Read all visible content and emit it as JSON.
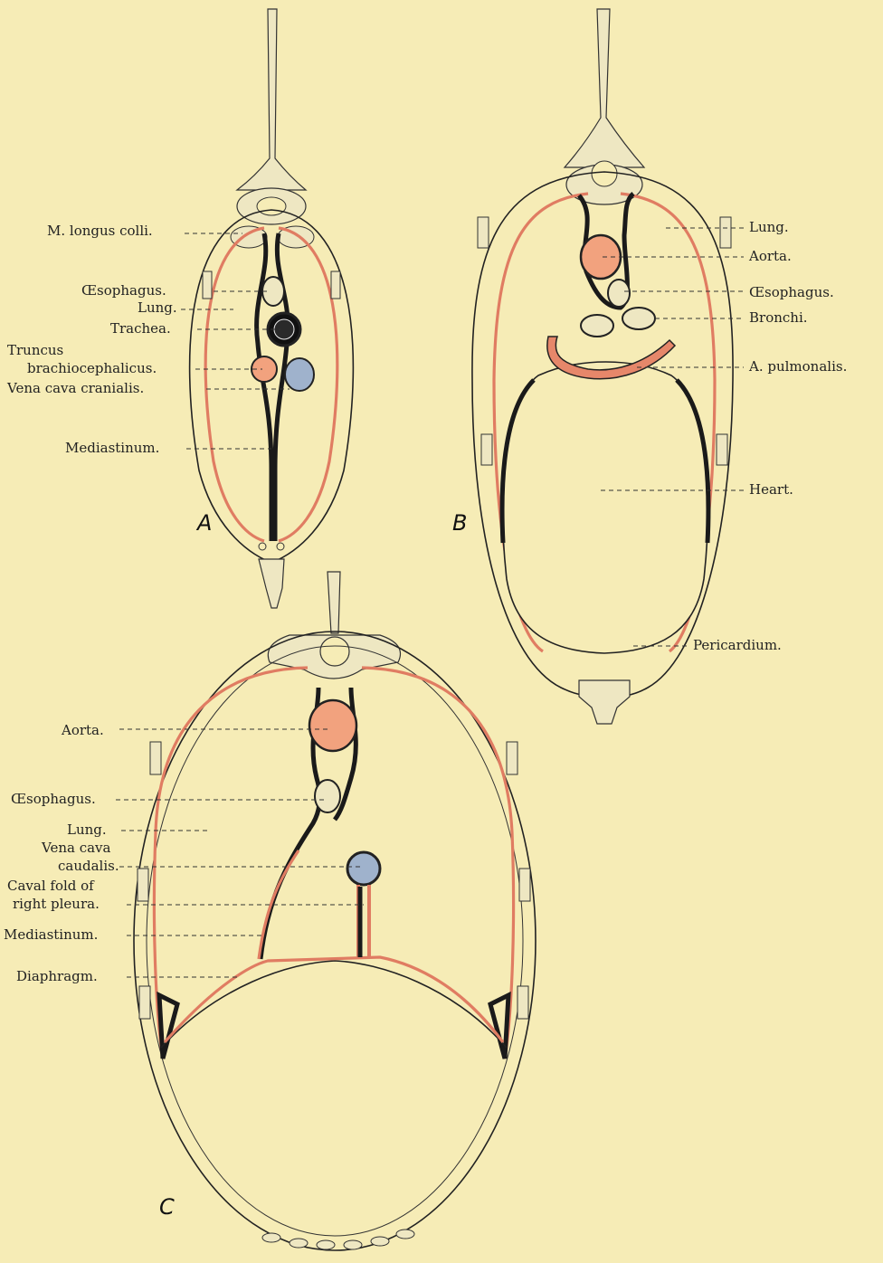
{
  "panels": {
    "a": {
      "letter": "A",
      "labels": {
        "longus_colli": "M. longus colli.",
        "oesophagus": "Œsophagus.",
        "lung": "Lung.",
        "trachea": "Trachea.",
        "truncus_1": "Truncus",
        "truncus_2": "brachiocephalicus.",
        "vena_cava_cranialis": "Vena cava cranialis.",
        "mediastinum": "Mediastinum."
      }
    },
    "b": {
      "letter": "B",
      "labels": {
        "lung": "Lung.",
        "aorta": "Aorta.",
        "oesophagus": "Œsophagus.",
        "bronchi": "Bronchi.",
        "a_pulmonalis": "A. pulmonalis.",
        "heart": "Heart.",
        "pericardium": "Pericardium."
      }
    },
    "c": {
      "letter": "C",
      "labels": {
        "aorta": "Aorta.",
        "oesophagus": "Œsophagus.",
        "lung": "Lung.",
        "vena_cava_1": "Vena cava",
        "vena_cava_2": "caudalis.",
        "caval_fold_1": "Caval fold of",
        "caval_fold_2": "right pleura.",
        "mediastinum": "Mediastinum.",
        "diaphragm": "Diaphragm."
      }
    }
  },
  "colors": {
    "background": "#f6ecb6",
    "pleura": "#e07c62",
    "artery": "#f2a27e",
    "vein": "#9fb2cc",
    "membrane": "#1a1a1a"
  }
}
